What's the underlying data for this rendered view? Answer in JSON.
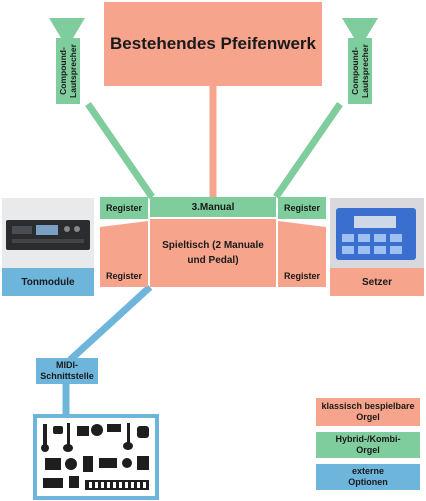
{
  "pipework": "Bestehendes Pfeifenwerk",
  "speaker_left": "Compound-\nLautsprecher",
  "speaker_right": "Compound-\nLautsprecher",
  "manual3": "3.Manual",
  "console": "Spieltisch (2 Manuale\nund Pedal)",
  "register_top_left": "Register",
  "register_top_right": "Register",
  "register_bottom_left": "Register",
  "register_bottom_right": "Register",
  "tonmodule": "Tonmodule",
  "setzer": "Setzer",
  "midi": "MIDI-\nSchnittstelle",
  "legend": [
    {
      "label": "klassisch bespielbare\nOrgel",
      "color": "#f6a48c"
    },
    {
      "label": "Hybrid-/Kombi-\nOrgel",
      "color": "#7fcc9c"
    },
    {
      "label": "externe\nOptionen",
      "color": "#6eb5dc"
    }
  ],
  "colors": {
    "salmon": "#f6a48c",
    "green": "#7fcc9c",
    "blue": "#6eb5dc"
  }
}
